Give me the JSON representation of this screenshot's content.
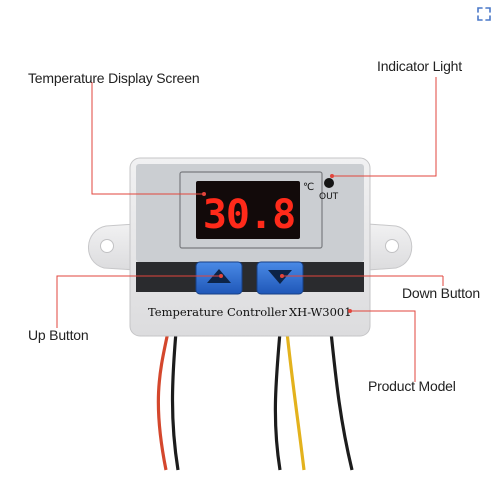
{
  "colors": {
    "housing": "#e9e9ea",
    "panel_gray": "#c9ccd0",
    "display_red": "#ff2a1a",
    "button_blue": "#2d6fd6",
    "leader_line": "#e2453c"
  },
  "display": {
    "reading": "30.8",
    "unit": "℃",
    "out_label": "OUT"
  },
  "device": {
    "label": "Temperature Controller",
    "model": "XH-W3001"
  },
  "callouts": {
    "display_screen": "Temperature Display Screen",
    "indicator_light": "Indicator Light",
    "up_button": "Up Button",
    "down_button": "Down Button",
    "product_model": "Product Model"
  },
  "toolbar": {
    "expand_icon": "expand-icon"
  }
}
